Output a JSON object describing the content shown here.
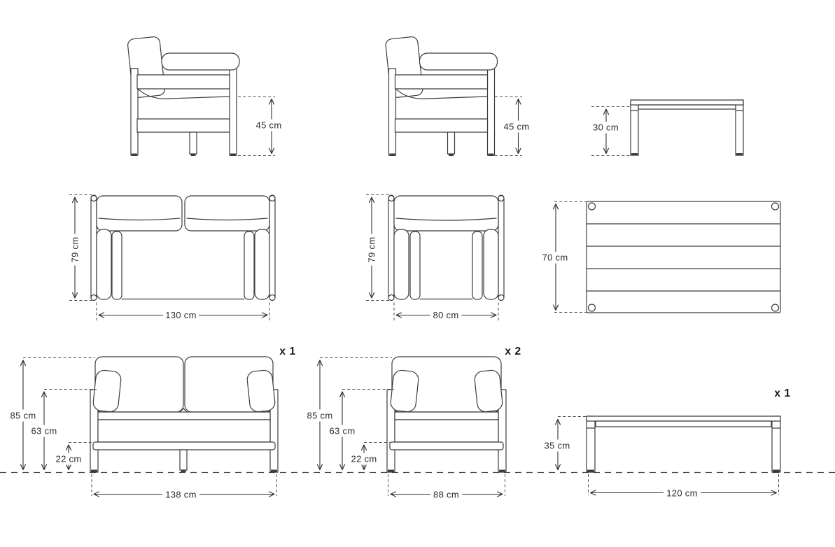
{
  "units": "cm",
  "colors": {
    "background": "#ffffff",
    "line": "#3c3c3c",
    "dimension_text": "#2b2b2b",
    "quantity_text": "#161616"
  },
  "items": {
    "sofa": {
      "quantity": "x 1",
      "side_view": {
        "seat_height": "45 cm"
      },
      "top_view": {
        "depth": "79 cm",
        "width": "130 cm"
      },
      "front_view": {
        "total_height": "85 cm",
        "arm_height": "63 cm",
        "base_height": "22 cm",
        "width": "138 cm"
      }
    },
    "armchair": {
      "quantity": "x 2",
      "side_view": {
        "seat_height": "45 cm"
      },
      "top_view": {
        "depth": "79 cm",
        "width": "80 cm"
      },
      "front_view": {
        "total_height": "85 cm",
        "arm_height": "63 cm",
        "base_height": "22 cm",
        "width": "88 cm"
      }
    },
    "table": {
      "quantity": "x 1",
      "side_view": {
        "height": "30 cm"
      },
      "top_view": {
        "depth": "70 cm"
      },
      "front_view": {
        "height": "35 cm",
        "width": "120 cm"
      }
    }
  }
}
